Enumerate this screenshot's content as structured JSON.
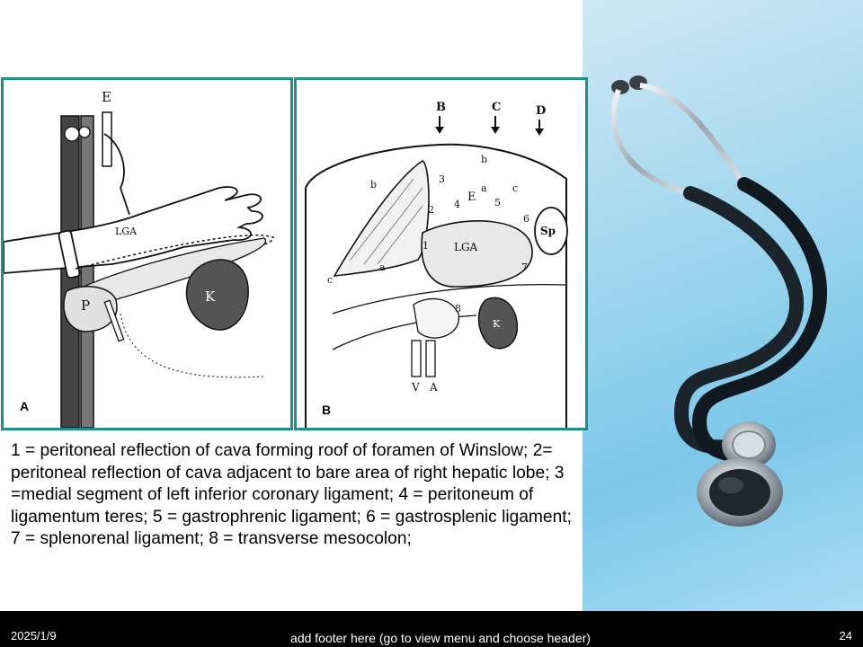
{
  "figure_a": {
    "letter": "A",
    "labels": {
      "E": "E",
      "LGA": "LGA",
      "K": "K",
      "P": "P"
    }
  },
  "figure_b": {
    "letter": "B",
    "arrows": [
      "B",
      "C",
      "D"
    ],
    "labels": {
      "b_left": "b",
      "b_right": "b",
      "c_left": "c",
      "c_right": "c",
      "a_left": "a",
      "a_right": "a",
      "E": "E",
      "LGA": "LGA",
      "Sp": "Sp",
      "K": "K",
      "V": "V",
      "A": "A",
      "n1": "1",
      "n2": "2",
      "n3": "3",
      "n4": "4",
      "n5": "5",
      "n6": "6",
      "n7": "7",
      "n8": "8"
    }
  },
  "caption": "1 = peritoneal reflection of cava forming roof of foramen of Winslow; 2= peritoneal reflection of cava adjacent to bare area of right hepatic lobe; 3 =medial segment of left inferior coronary ligament; 4 = peritoneum of ligamentum teres; 5 = gastrophrenic ligament; 6 = gastrosplenic ligament; 7 = splenorenal ligament; 8 = transverse mesocolon;",
  "footer": {
    "date": "2025/1/9",
    "text": "add footer here (go to view menu and choose header)",
    "page": "24"
  },
  "colors": {
    "panel_border": "#1e8f8a",
    "footer_bg": "#000000",
    "photo_bg": "#9fd6ee"
  }
}
